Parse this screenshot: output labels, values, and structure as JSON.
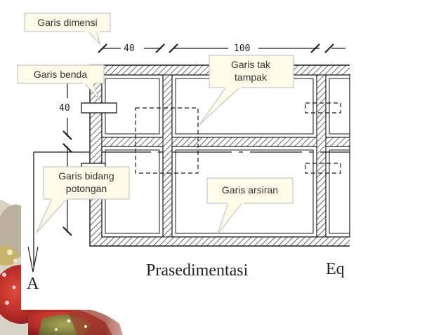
{
  "labels": {
    "garis_dimensi": "Garis dimensi",
    "garis_benda": "Garis benda",
    "garis_tak_tampak_1": "Garis tak",
    "garis_tak_tampak_2": "tampak",
    "garis_bidang_1": "Garis bidang",
    "garis_bidang_2": "potongan",
    "garis_arsiran": "Garis arsiran"
  },
  "dimensions": {
    "top_left": "40",
    "top_mid": "100",
    "left": "40"
  },
  "drawing": {
    "title": "Prasedimentasi",
    "title_right": "Eq",
    "section_mark": "A"
  },
  "colors": {
    "callout_fill": "#fdfbe8",
    "callout_stroke": "#bcbcbc",
    "line": "#1a1a1a",
    "decor_red": "#c2302c",
    "decor_green": "#7c8f3a"
  }
}
